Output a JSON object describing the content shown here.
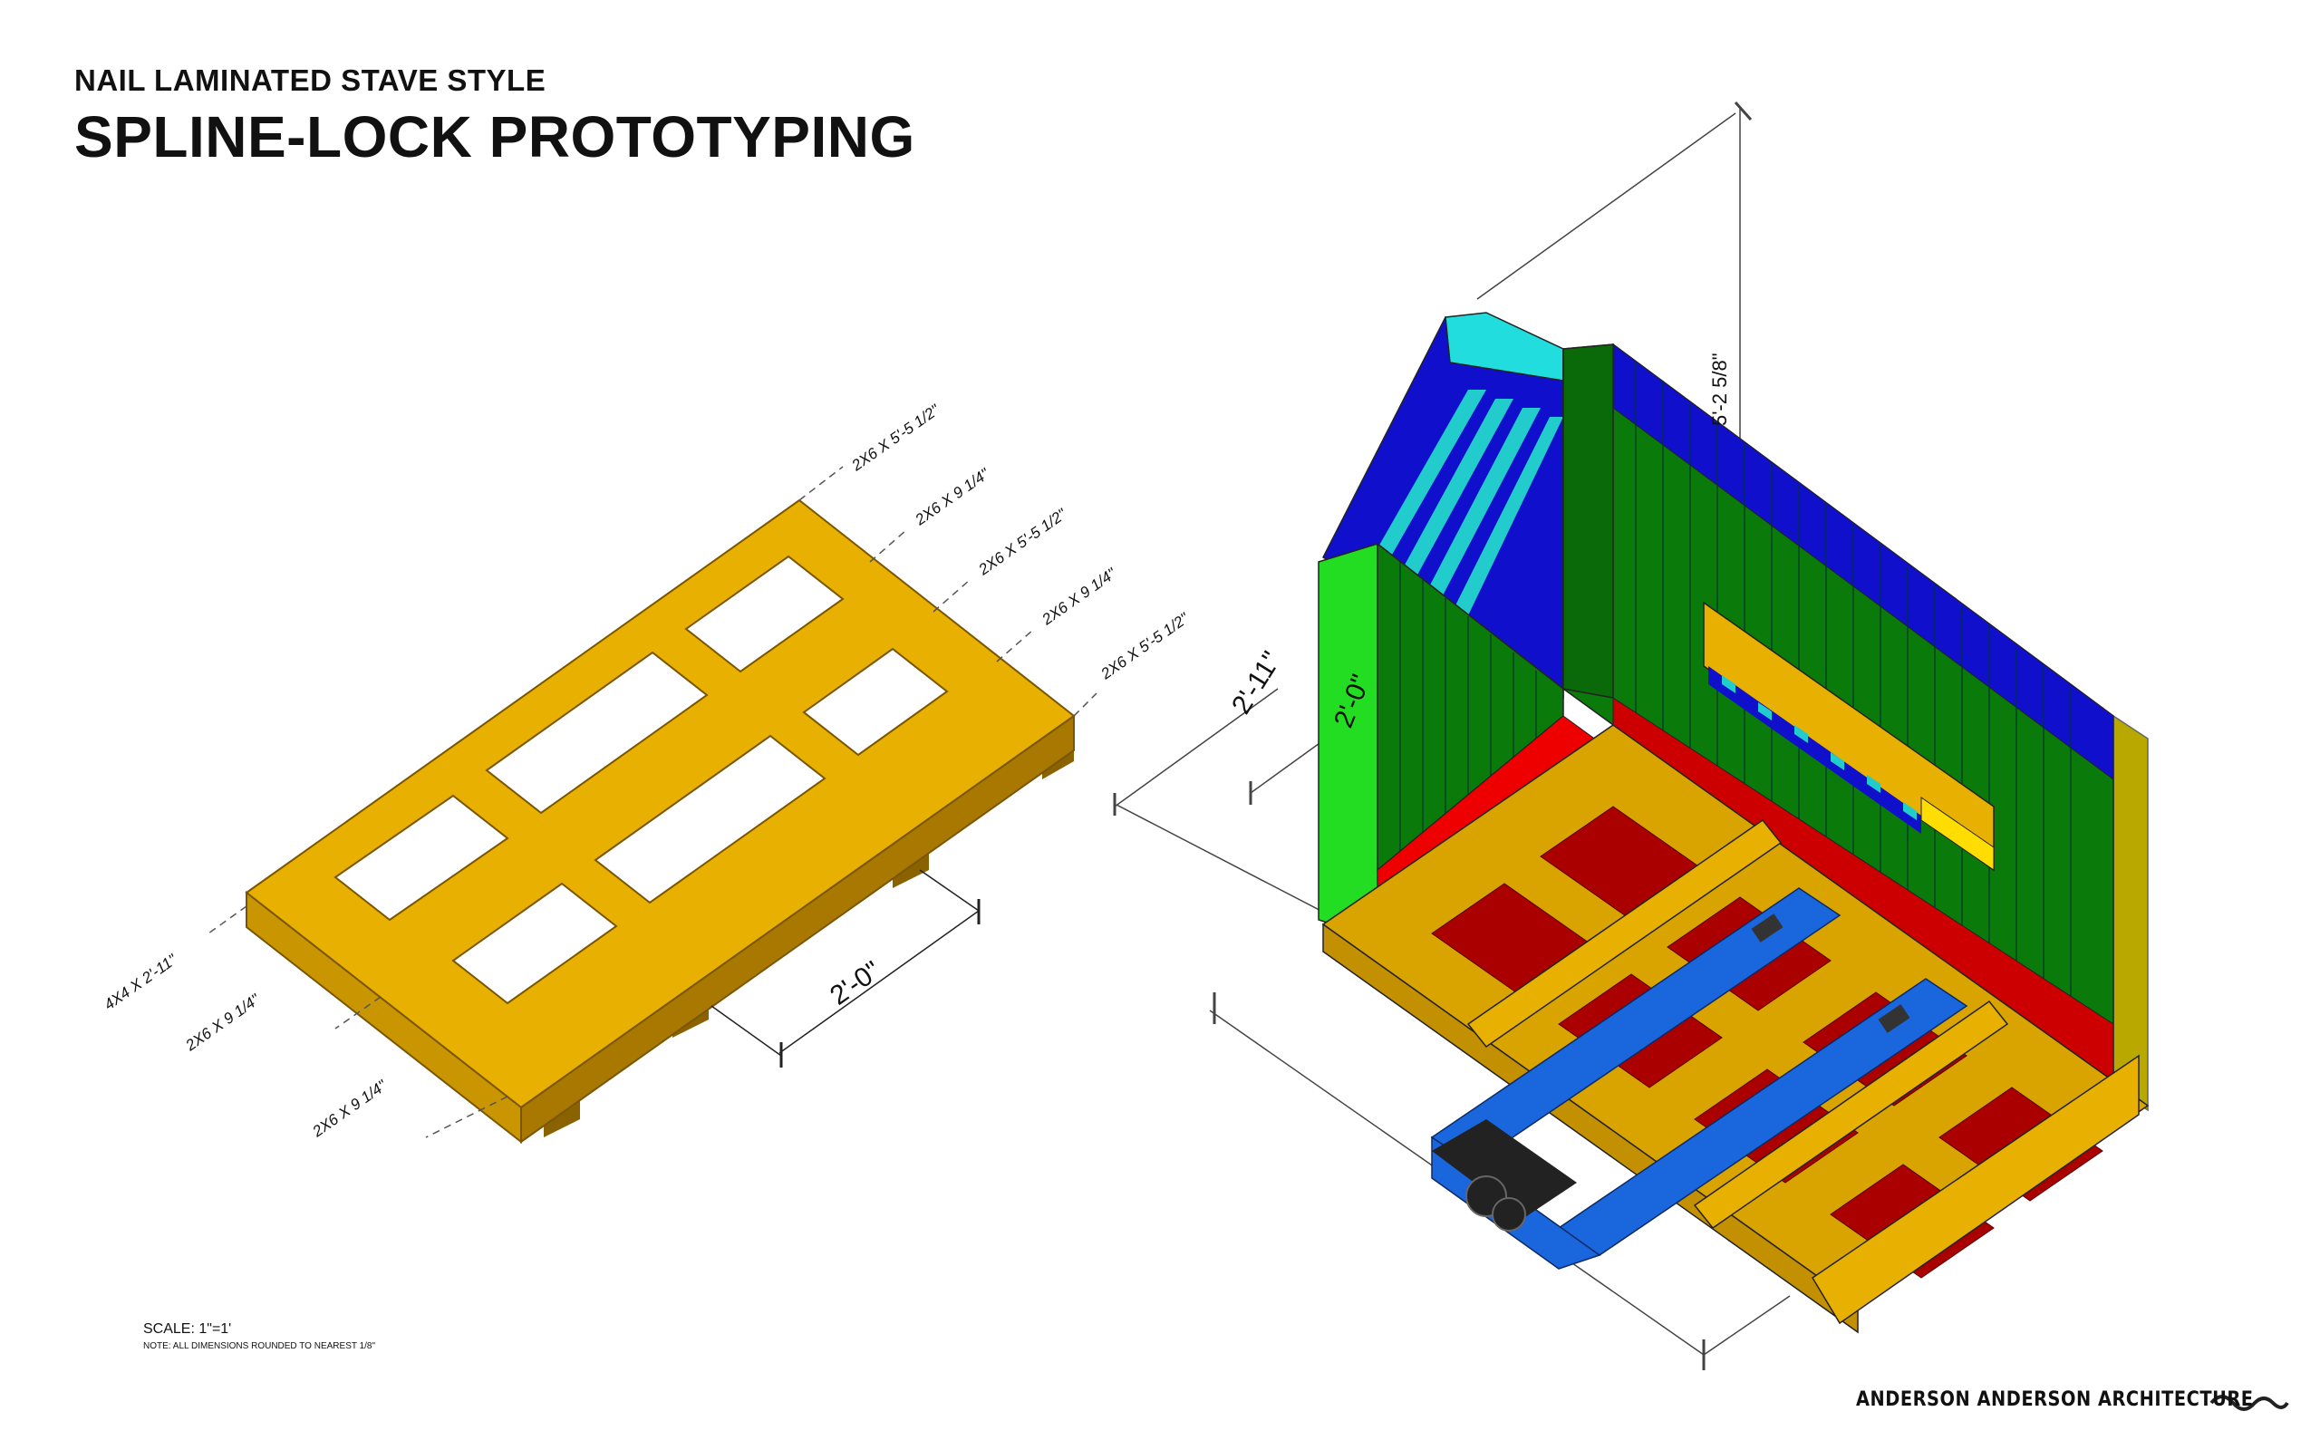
{
  "header": {
    "subtitle": "NAIL LAMINATED STAVE STYLE",
    "title": "SPLINE-LOCK PROTOTYPING"
  },
  "pallet": {
    "member_labels_right": [
      "2X6 X 5'-5 1/2\"",
      "2X6 X 9 1/4\"",
      "2X6 X 5'-5 1/2\"",
      "2X6 X 9 1/4\"",
      "2X6 X 5'-5 1/2\""
    ],
    "member_labels_left": [
      "4X4 X 2'-11\"",
      "2X6 X 9 1/4\"",
      "2X6 X 9 1/4\""
    ],
    "dimension": "2'-0\""
  },
  "module": {
    "dim_width": "2'-11\"",
    "dim_height": "2'-0\"",
    "dim_top": "5'-2 5/8\""
  },
  "footer": {
    "scale": "SCALE: 1\"=1'",
    "note": "NOTE: ALL DIMENSIONS ROUNDED TO NEAREST 1/8\"",
    "firm": "ANDERSON ANDERSON ARCHITECTURE"
  },
  "colors": {
    "wood": "#e8b000",
    "wood_dark": "#a87800",
    "stave_green": "#0a7a0a",
    "bright_green": "#22dd22",
    "blue": "#1010cc",
    "cyan": "#22cccc",
    "red": "#dd0000",
    "floor_red": "#aa0000",
    "pallet_jack_blue": "#1a66dd",
    "yellow_panel": "#b8a800"
  }
}
